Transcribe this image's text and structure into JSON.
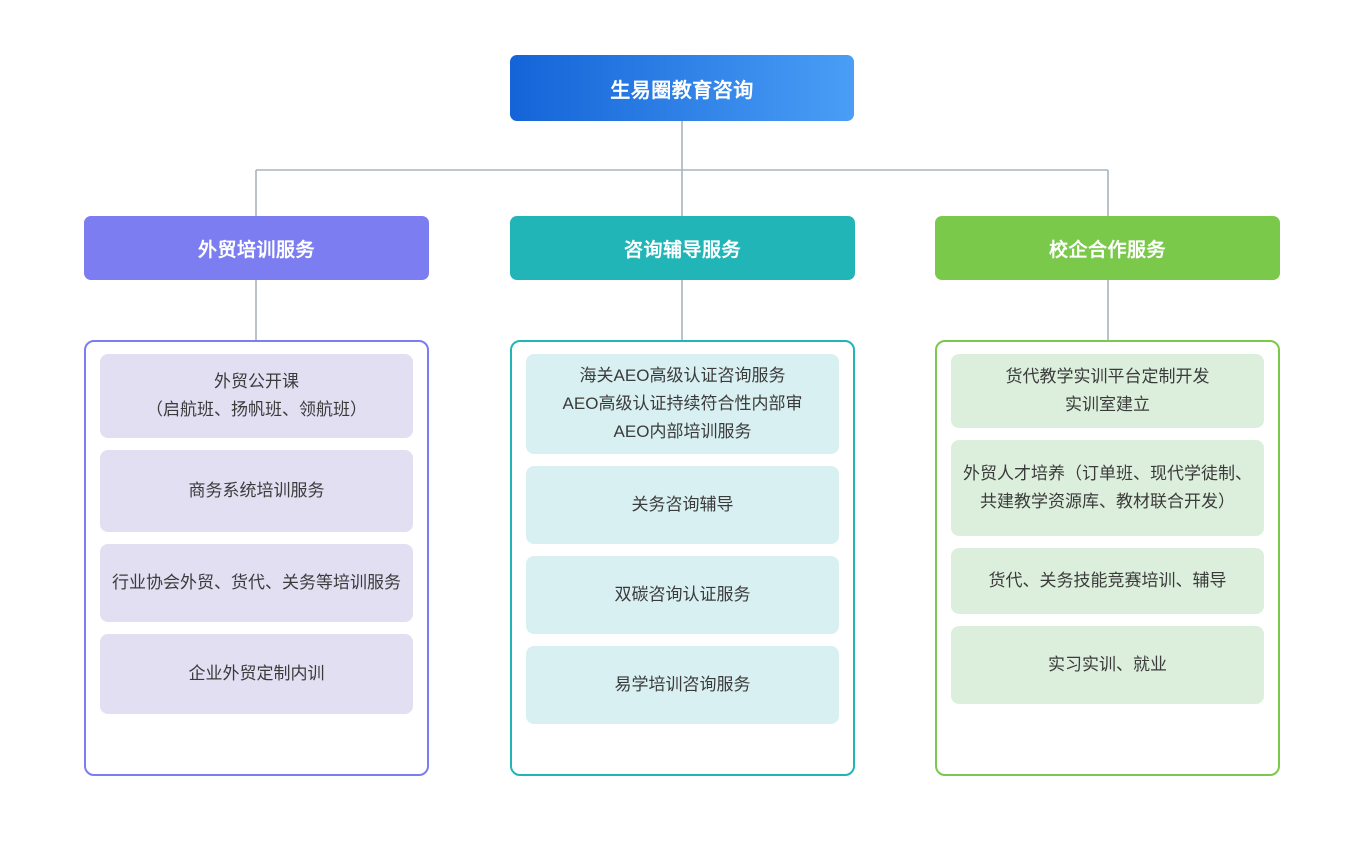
{
  "diagram": {
    "type": "organizational-tree",
    "background": "#ffffff",
    "connector_color": "#a9b3bd",
    "root": {
      "label": "生易圈教育咨询",
      "gradient_from": "#1464d8",
      "gradient_to": "#4a9ef5",
      "text_color": "#ffffff"
    },
    "branches": [
      {
        "id": "branch-1",
        "title": "外贸培训服务",
        "header_color": "#7b7df0",
        "border_color": "#7b7df0",
        "leaf_bg": "#e3dff3",
        "leaf_text_color": "#3b3b3b",
        "items": [
          {
            "text": "外贸公开课\n（启航班、扬帆班、领航班）"
          },
          {
            "text": "商务系统培训服务"
          },
          {
            "text": "行业协会外贸、货代、关务等培训服务"
          },
          {
            "text": "企业外贸定制内训"
          }
        ]
      },
      {
        "id": "branch-2",
        "title": "咨询辅导服务",
        "header_color": "#21b5b8",
        "border_color": "#21b5b8",
        "leaf_bg": "#d9f0f2",
        "leaf_text_color": "#3b3b3b",
        "items": [
          {
            "text": "海关AEO高级认证咨询服务\nAEO高级认证持续符合性内部审\nAEO内部培训服务"
          },
          {
            "text": "关务咨询辅导"
          },
          {
            "text": "双碳咨询认证服务"
          },
          {
            "text": "易学培训咨询服务"
          }
        ]
      },
      {
        "id": "branch-3",
        "title": "校企合作服务",
        "header_color": "#7ac94a",
        "border_color": "#7ac94a",
        "leaf_bg": "#dcefdc",
        "leaf_text_color": "#3b3b3b",
        "items": [
          {
            "text": "货代教学实训平台定制开发\n实训室建立"
          },
          {
            "text": "外贸人才培养（订单班、现代学徒制、共建教学资源库、教材联合开发）"
          },
          {
            "text": "货代、关务技能竞赛培训、辅导"
          },
          {
            "text": "实习实训、就业"
          }
        ]
      }
    ]
  }
}
